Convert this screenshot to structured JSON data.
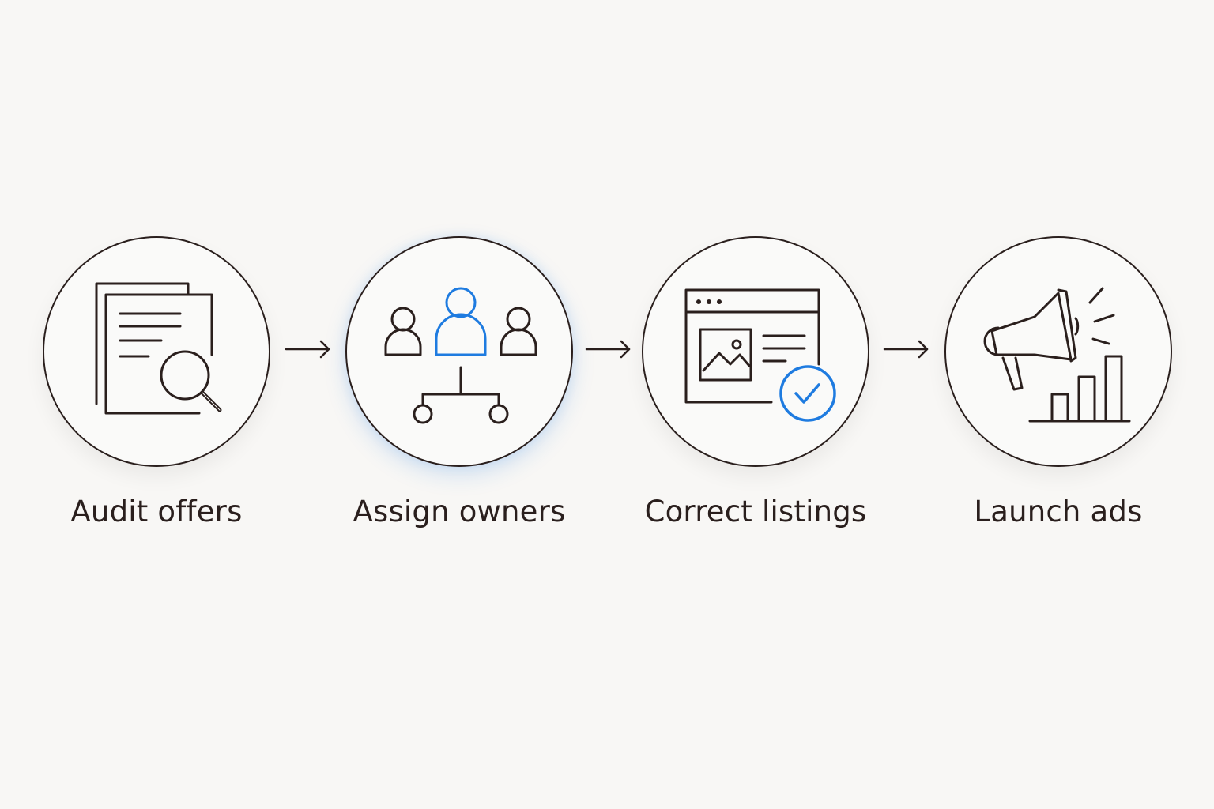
{
  "steps": [
    {
      "label": "Audit offers",
      "icon": "document-search-icon"
    },
    {
      "label": "Assign owners",
      "icon": "team-hierarchy-icon"
    },
    {
      "label": "Correct listings",
      "icon": "listing-check-icon"
    },
    {
      "label": "Launch ads",
      "icon": "megaphone-chart-icon"
    }
  ],
  "connectors": [
    "arrow-right-icon",
    "arrow-right-icon",
    "arrow-right-icon"
  ],
  "colors": {
    "stroke": "#2a1f1d",
    "accent": "#1e7be0",
    "background": "#f8f7f5"
  }
}
